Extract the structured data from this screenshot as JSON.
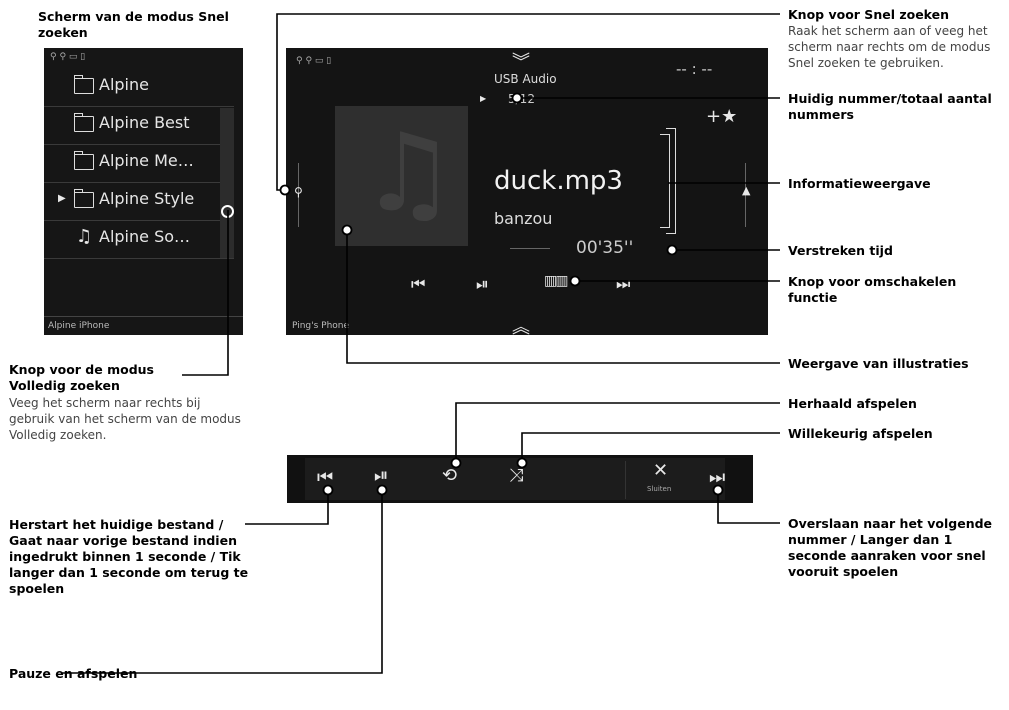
{
  "left_screen": {
    "title": "Scherm van de modus Snel zoeken",
    "items": [
      {
        "label": "Alpine",
        "icon": "folder-icon"
      },
      {
        "label": "Alpine Best",
        "icon": "folder-icon"
      },
      {
        "label": "Alpine Me…",
        "icon": "folder-icon"
      },
      {
        "label": "Alpine Style",
        "icon": "folder-icon"
      },
      {
        "label": "Alpine So…",
        "icon": "music-note-icon"
      }
    ],
    "device_name": "Alpine iPhone"
  },
  "main_screen": {
    "source": "USB Audio",
    "track_index": "5/12",
    "time_clock": "-- : --",
    "song_title": "duck.mp3",
    "artist": "banzou",
    "elapsed": "00'35''",
    "device_name": "Ping's Phone"
  },
  "bottom_bar": {
    "close_label": "Sluiten"
  },
  "callouts": {
    "snel_title": "Knop voor Snel zoeken",
    "snel_desc": "Raak het scherm aan of veeg het scherm naar rechts om de modus Snel zoeken te gebruiken.",
    "track_count": "Huidig nummer/totaal aantal nummers",
    "info_display": "Informatieweergave",
    "elapsed_time": "Verstreken tijd",
    "function_switch": "Knop voor omschakelen functie",
    "artwork": "Weergave van illustraties",
    "full_search_title": "Knop voor de modus Volledig zoeken",
    "full_search_desc": "Veeg het scherm naar rechts bij gebruik van het scherm van de modus Volledig zoeken.",
    "repeat": "Herhaald afspelen",
    "shuffle": "Willekeurig afspelen",
    "prev": "Herstart het huidige bestand / Gaat naar vorige bestand indien ingedrukt binnen 1 seconde / Tik langer dan 1 seconde om terug te spoelen",
    "next": "Overslaan naar het volgende nummer / Langer dan 1 seconde aanraken voor snel vooruit spoelen",
    "play_pause": "Pauze en afspelen"
  }
}
